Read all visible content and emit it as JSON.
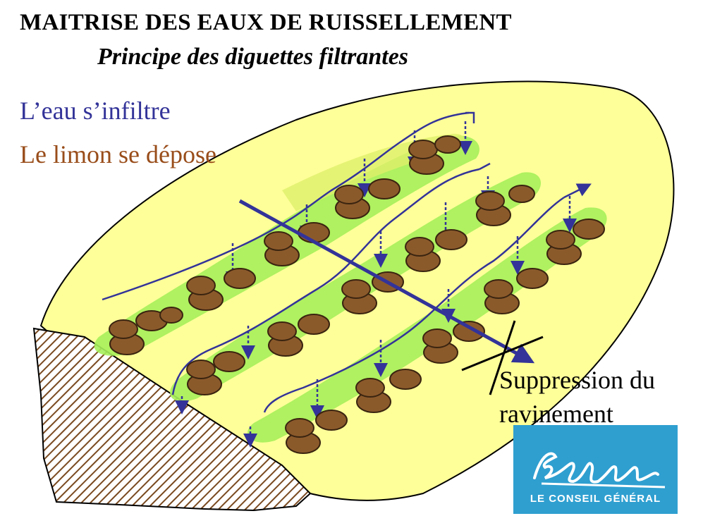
{
  "title": "MAITRISE DES EAUX DE RUISSELLEMENT",
  "subtitle": "Principe des diguettes filtrantes",
  "labels": {
    "water": "L’eau s’infiltre",
    "silt": "Le limon se dépose",
    "result_line1": "Suppression du",
    "result_line2": "ravinement"
  },
  "logo": {
    "subtitle": "LE CONSEIL GÉNÉRAL"
  },
  "colors": {
    "field": "#ffff99",
    "field_outline": "#000000",
    "vegetation": "#99ee55",
    "stones": "#8b5a2b",
    "water": "#333399",
    "silt_text": "#994d1a",
    "logo_bg": "#2f9fd0"
  },
  "diagram": {
    "rows": 3,
    "elements": [
      "sloped field",
      "filter dikes of stones",
      "grass strips",
      "runoff lines",
      "infiltration arrows",
      "blocked gully arrow"
    ]
  }
}
